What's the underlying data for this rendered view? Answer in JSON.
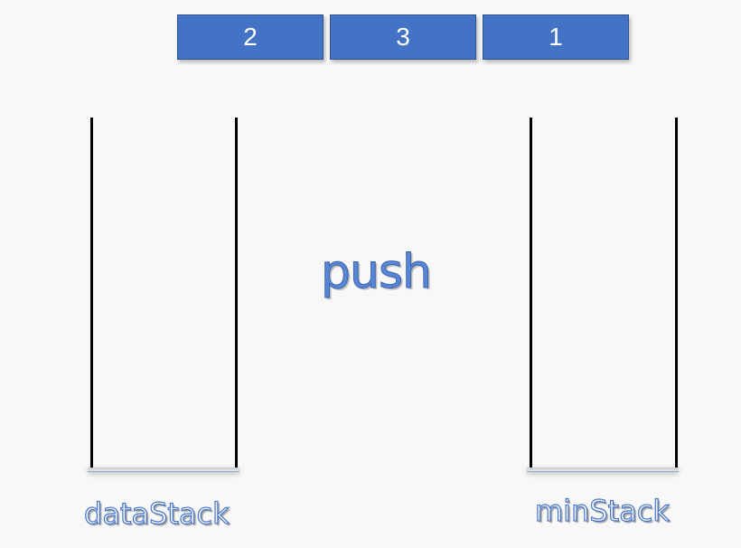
{
  "queue": {
    "items": [
      {
        "value": "2"
      },
      {
        "value": "3"
      },
      {
        "value": "1"
      }
    ]
  },
  "operation": {
    "label": "push"
  },
  "stacks": {
    "data_stack": {
      "label": "dataStack"
    },
    "min_stack": {
      "label": "minStack"
    }
  },
  "colors": {
    "box_fill": "#4472c4",
    "box_text": "#ffffff",
    "stack_wall": "#000000",
    "label_outline": "#4a76c6",
    "background": "#f8f8f8"
  }
}
